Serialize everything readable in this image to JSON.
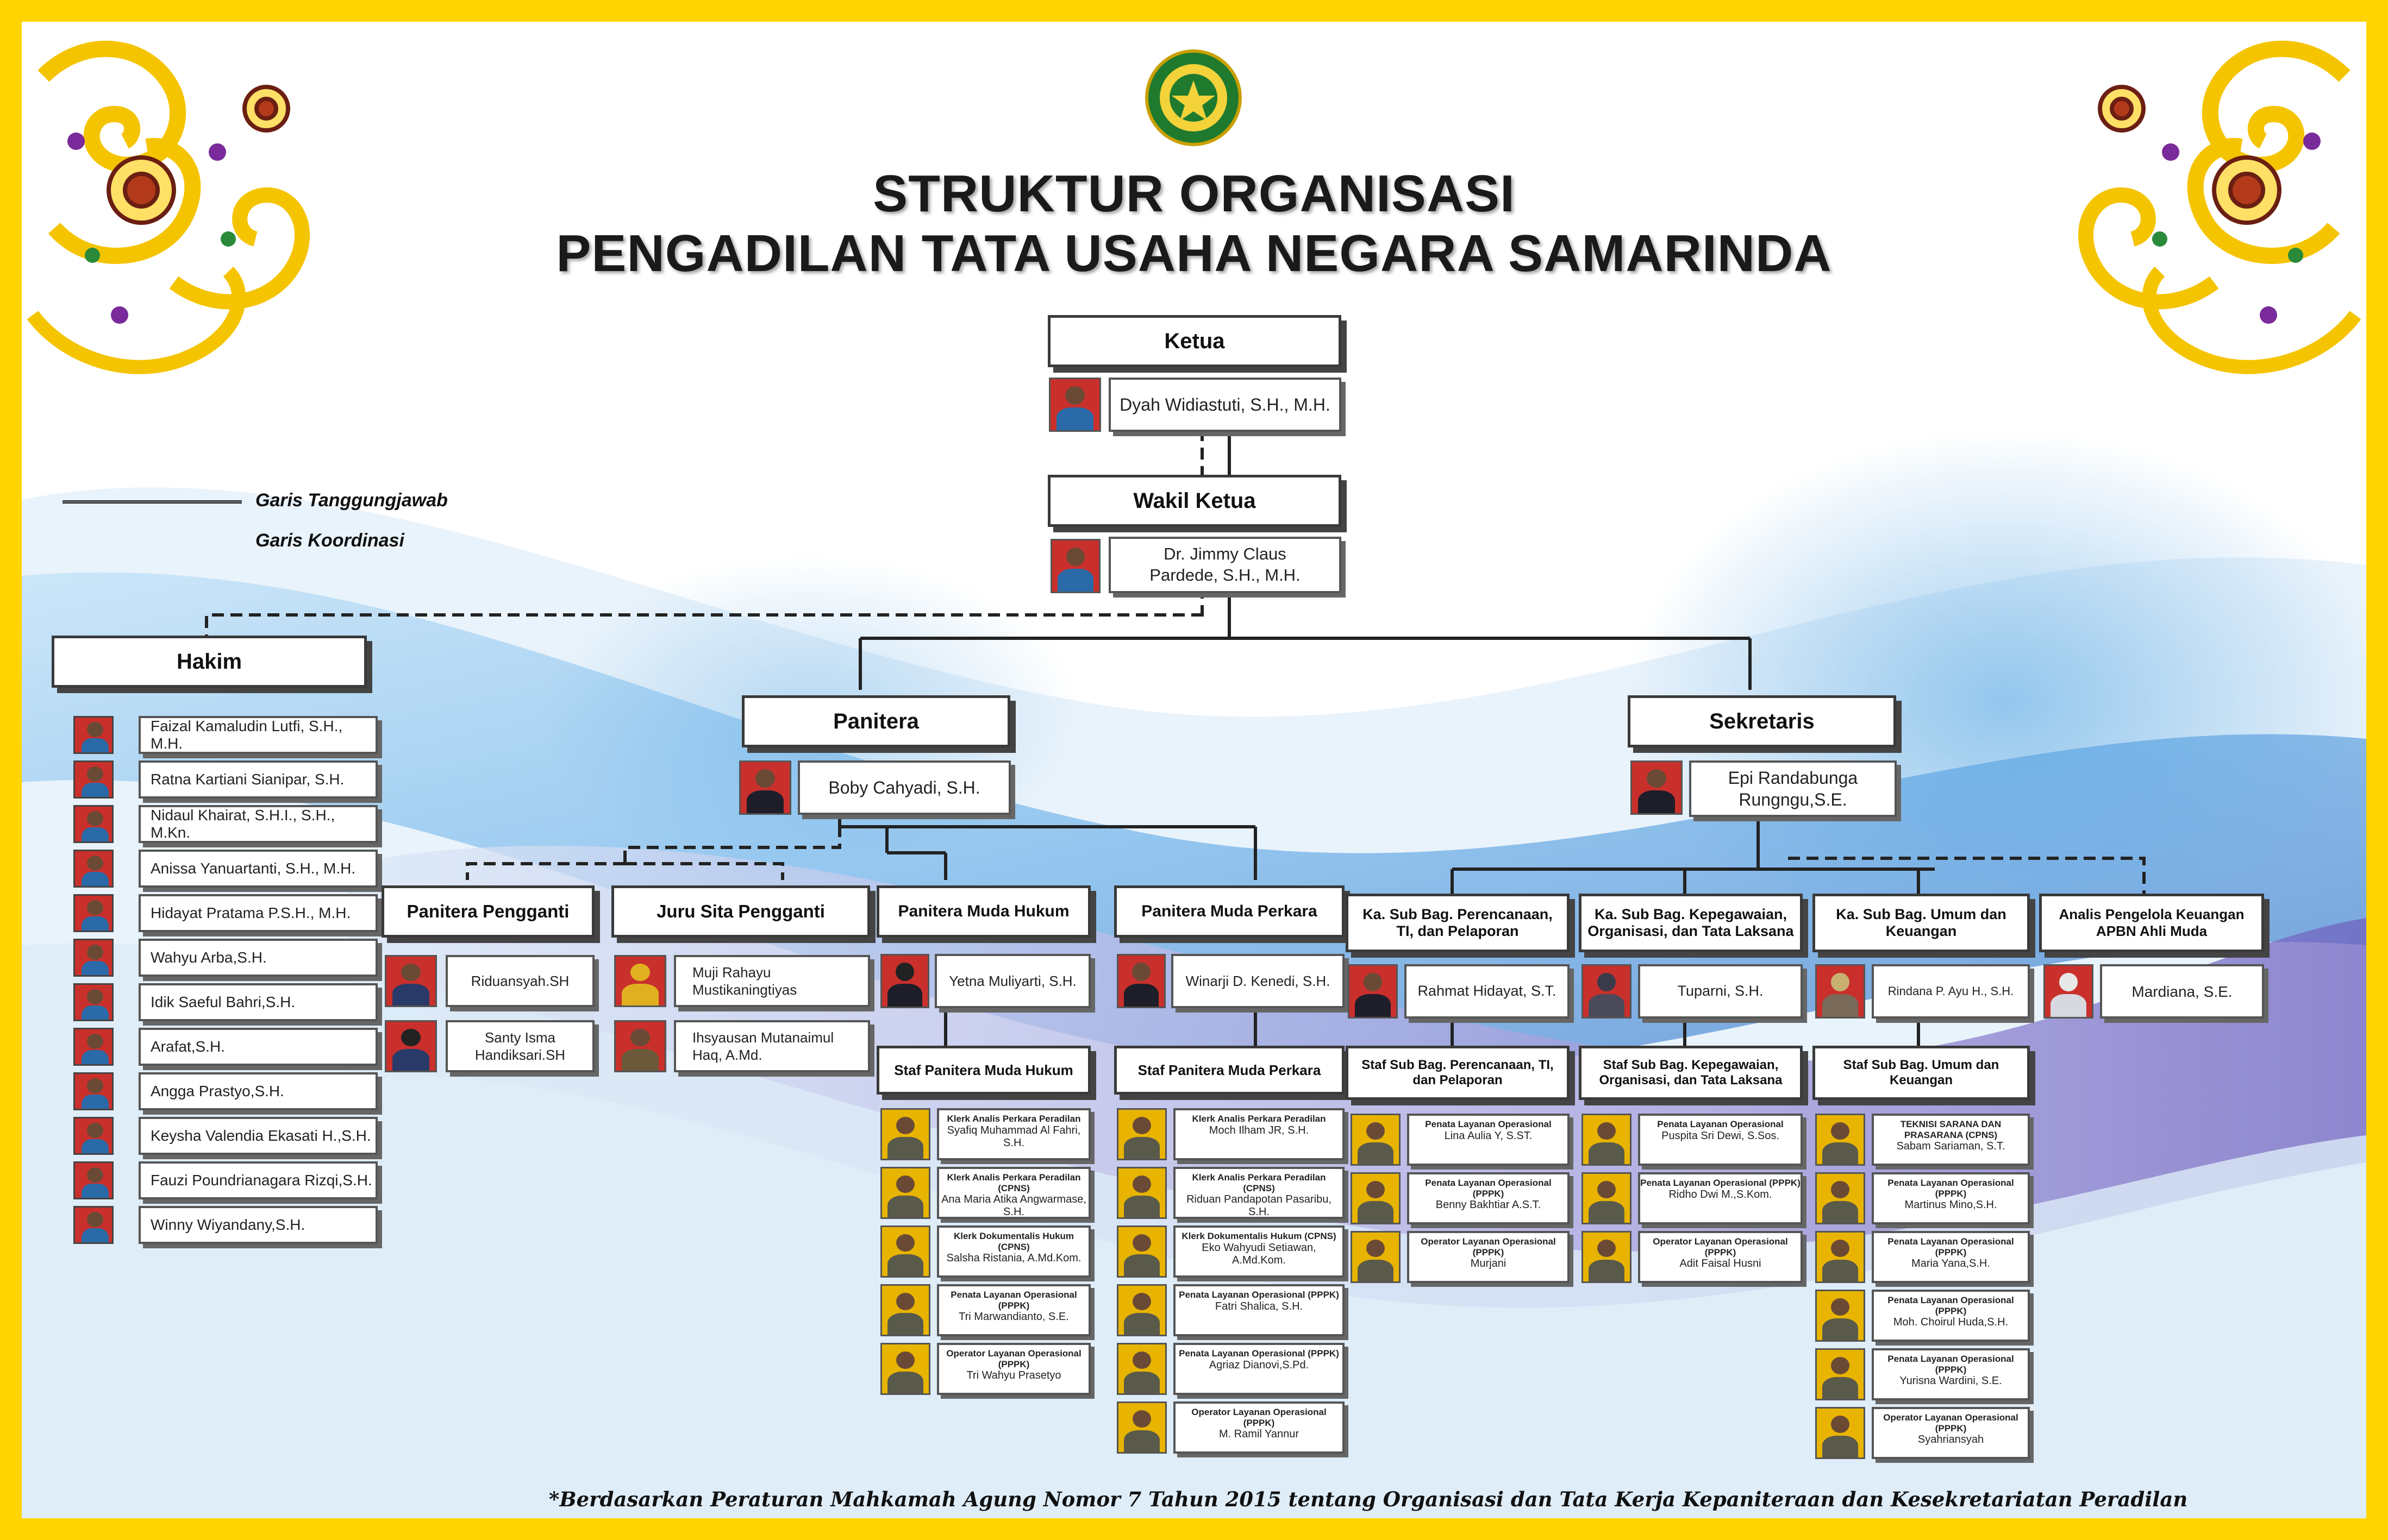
{
  "title": {
    "line1": "STRUKTUR ORGANISASI",
    "line2": "PENGADILAN TATA USAHA NEGARA SAMARINDA"
  },
  "legend": {
    "solid": "Garis Tanggungjawab",
    "dashed": "Garis Koordinasi"
  },
  "ketua": {
    "title": "Ketua",
    "name": "Dyah Widiastuti, S.H., M.H."
  },
  "wakil": {
    "title": "Wakil Ketua",
    "name_line1": "Dr. Jimmy Claus",
    "name_line2": "Pardede, S.H., M.H."
  },
  "hakim": {
    "title": "Hakim",
    "members": [
      "Faizal Kamaludin Lutfi, S.H., M.H.",
      "Ratna Kartiani Sianipar, S.H.",
      "Nidaul Khairat, S.H.I., S.H., M.Kn.",
      "Anissa Yanuartanti, S.H., M.H.",
      "Hidayat Pratama P.S.H., M.H.",
      "Wahyu Arba,S.H.",
      "Idik Saeful Bahri,S.H.",
      "Arafat,S.H.",
      "Angga Prastyo,S.H.",
      "Keysha Valendia Ekasati H.,S.H.",
      "Fauzi Poundrianagara Rizqi,S.H.",
      "Winny Wiyandany,S.H."
    ]
  },
  "panitera": {
    "title": "Panitera",
    "name": "Boby Cahyadi, S.H."
  },
  "sekretaris": {
    "title": "Sekretaris",
    "name_line1": "Epi Randabunga",
    "name_line2": "Rungngu,S.E."
  },
  "panitera_pengganti": {
    "title": "Panitera Pengganti",
    "members": [
      {
        "line1": "Riduansyah.SH",
        "line2": ""
      },
      {
        "line1": "Santy Isma",
        "line2": "Handiksari.SH"
      }
    ]
  },
  "juru_sita": {
    "title": "Juru Sita Pengganti",
    "members": [
      {
        "line1": "Muji Rahayu",
        "line2": "Mustikaningtiyas"
      },
      {
        "line1": "Ihsyausan Mutanaimul",
        "line2": "Haq, A.Md."
      }
    ]
  },
  "pm_hukum": {
    "title": "Panitera Muda Hukum",
    "name": "Yetna Muliyarti, S.H.",
    "staff_title": "Staf Panitera Muda Hukum",
    "staff": [
      {
        "role": "Klerk Analis Perkara Peradilan",
        "name": "Syafiq Muhammad Al Fahri, S.H."
      },
      {
        "role": "Klerk Analis Perkara Peradilan (CPNS)",
        "name": "Ana Maria Atika Angwarmase, S.H."
      },
      {
        "role": "Klerk Dokumentalis Hukum (CPNS)",
        "name": "Salsha Ristania, A.Md.Kom."
      },
      {
        "role": "Penata Layanan Operasional (PPPK)",
        "name": "Tri Marwandianto, S.E."
      },
      {
        "role": "Operator Layanan Operasional (PPPK)",
        "name": "Tri Wahyu Prasetyo"
      }
    ]
  },
  "pm_perkara": {
    "title": "Panitera Muda Perkara",
    "name": "Winarji D. Kenedi, S.H.",
    "staff_title": "Staf Panitera Muda Perkara",
    "staff": [
      {
        "role": "Klerk Analis Perkara Peradilan",
        "name": "Moch Ilham JR, S.H."
      },
      {
        "role": "Klerk Analis Perkara Peradilan (CPNS)",
        "name": "Riduan Pandapotan Pasaribu, S.H."
      },
      {
        "role": "Klerk Dokumentalis Hukum (CPNS)",
        "name": "Eko Wahyudi Setiawan, A.Md.Kom."
      },
      {
        "role": "Penata Layanan Operasional (PPPK)",
        "name": "Fatri Shalica, S.H."
      },
      {
        "role": "Penata Layanan Operasional (PPPK)",
        "name": "Agriaz Dianovi,S.Pd."
      },
      {
        "role": "Operator Layanan Operasional (PPPK)",
        "name": "M. Ramil Yannur"
      }
    ]
  },
  "kasub_perencanaan": {
    "title_line1": "Ka. Sub Bag. Perencanaan,",
    "title_line2": "TI, dan Pelaporan",
    "name": "Rahmat Hidayat, S.T.",
    "staff_title_line1": "Staf Sub Bag. Perencanaan, TI,",
    "staff_title_line2": "dan Pelaporan",
    "staff": [
      {
        "role": "Penata Layanan Operasional",
        "name": "Lina Aulia Y, S.ST."
      },
      {
        "role": "Penata Layanan Operasional (PPPK)",
        "name": "Benny Bakhtiar A.S.T."
      },
      {
        "role": "Operator Layanan Operasional (PPPK)",
        "name": "Murjani"
      }
    ]
  },
  "kasub_kepegawaian": {
    "title_line1": "Ka. Sub Bag. Kepegawaian,",
    "title_line2": "Organisasi, dan Tata Laksana",
    "name": "Tuparni, S.H.",
    "staff_title_line1": "Staf Sub Bag. Kepegawaian,",
    "staff_title_line2": "Organisasi, dan Tata Laksana",
    "staff": [
      {
        "role": "Penata Layanan Operasional",
        "name": "Puspita Sri Dewi, S.Sos."
      },
      {
        "role": "Penata Layanan Operasional (PPPK)",
        "name": "Ridho Dwi M.,S.Kom."
      },
      {
        "role": "Operator Layanan Operasional (PPPK)",
        "name": "Adit Faisal Husni"
      }
    ]
  },
  "kasub_umum": {
    "title_line1": "Ka. Sub Bag. Umum dan",
    "title_line2": "Keuangan",
    "name": "Rindana P. Ayu H., S.H.",
    "staff_title_line1": "Staf Sub Bag. Umum dan",
    "staff_title_line2": "Keuangan",
    "staff": [
      {
        "role": "TEKNISI SARANA DAN PRASARANA (CPNS)",
        "name": "Sabam Sariaman, S.T."
      },
      {
        "role": "Penata Layanan Operasional (PPPK)",
        "name": "Martinus Mino,S.H."
      },
      {
        "role": "Penata Layanan Operasional (PPPK)",
        "name": "Maria Yana,S.H."
      },
      {
        "role": "Penata Layanan Operasional (PPPK)",
        "name": "Moh. Choirul Huda,S.H."
      },
      {
        "role": "Penata Layanan Operasional (PPPK)",
        "name": "Yurisna Wardini, S.E."
      },
      {
        "role": "Operator Layanan Operasional (PPPK)",
        "name": "Syahriansyah"
      }
    ]
  },
  "analis_keuangan": {
    "title_line1": "Analis Pengelola Keuangan",
    "title_line2": "APBN Ahli Muda",
    "name": "Mardiana, S.E."
  },
  "footnote": "*Berdasarkan Peraturan Mahkamah Agung Nomor 7 Tahun 2015 tentang Organisasi dan Tata Kerja Kepaniteraan dan Kesekretariatan Peradilan",
  "colors": {
    "frame": "#ffd400",
    "wave_blue": "#5ea4e0",
    "wave_purple": "#8e86d0"
  }
}
